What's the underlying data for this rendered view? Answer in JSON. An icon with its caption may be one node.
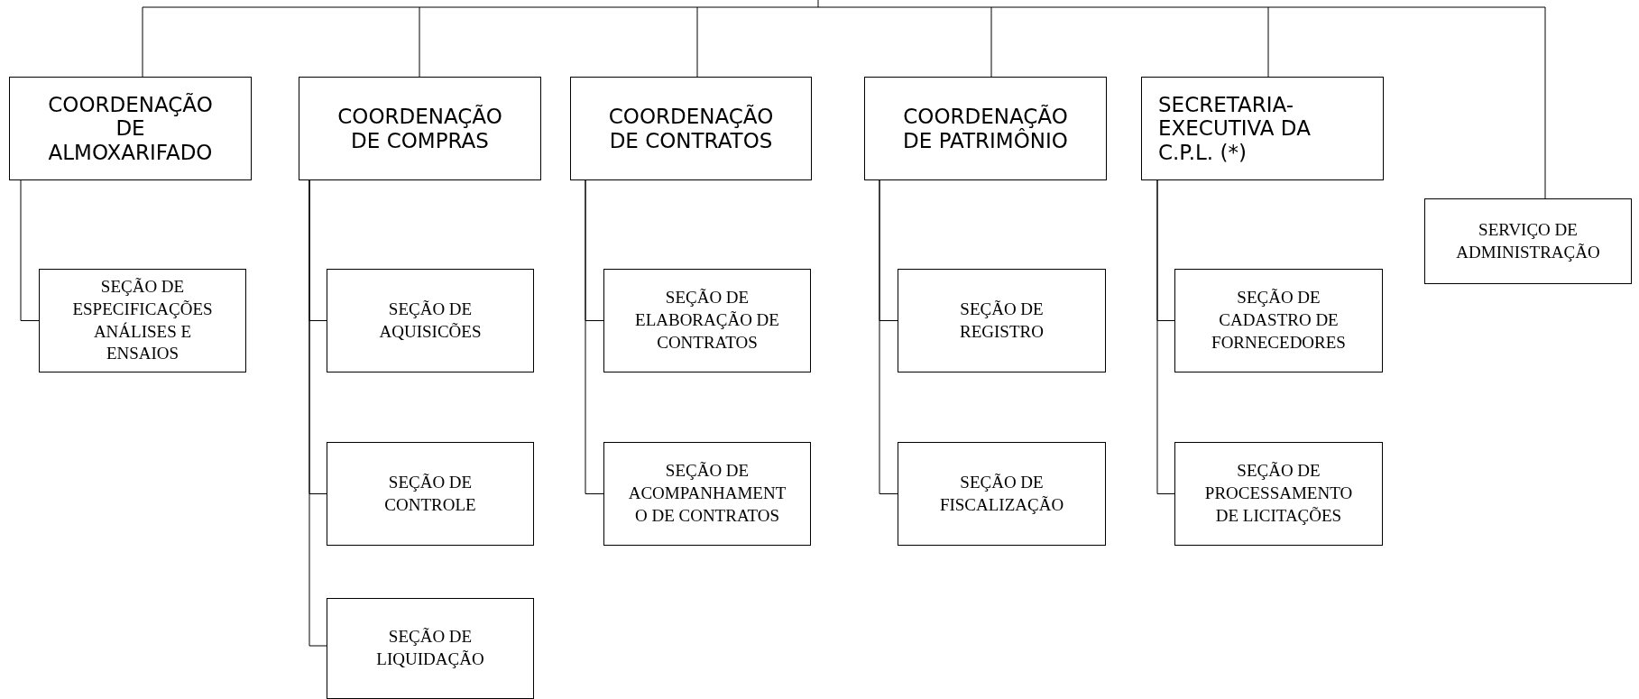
{
  "diagram": {
    "nodes": [
      {
        "text": [
          "COORDENAÇÃO DE ALMOXARIFADO"
        ]
      },
      {
        "text": [
          "COORDENAÇÃO DE COMPRAS"
        ]
      },
      {
        "text": [
          "COORDENAÇÃO DE CONTRATOS"
        ]
      },
      {
        "text": [
          "COORDENAÇÃO DE PATRIMÔNIO"
        ]
      },
      {
        "text": [
          "SECRETARIA-EXECUTIVA DA C.P.L. (*)"
        ]
      },
      {
        "text": [
          "SERVIÇO DE ADMINISTRAÇÃO"
        ]
      },
      {
        "text": [
          "SEÇÃO DE ESPECIFICAÇÕES ANÁLISES E ENSAIOS"
        ]
      },
      {
        "text": [
          "SEÇÃO DE AQUISICÕES"
        ]
      },
      {
        "text": [
          "SEÇÃO DE CONTROLE"
        ]
      },
      {
        "text": [
          "SEÇÃO DE LIQUIDAÇÃO"
        ]
      },
      {
        "text": [
          "SEÇÃO DE ELABORAÇÃO DE CONTRATOS"
        ]
      },
      {
        "text": [
          "SEÇÃO DE ACOMPANHAMENTO DE CONTRATOS"
        ]
      },
      {
        "text": [
          "SEÇÃO DE REGISTRO"
        ]
      },
      {
        "text": [
          "SEÇÃO DE FISCALIZAÇÃO"
        ]
      },
      {
        "text": [
          "SEÇÃO DE CADASTRO DE FORNECEDORES"
        ]
      },
      {
        "text": [
          "SEÇÃO DE PROCESSAMENTO DE LICITAÇÕES"
        ]
      }
    ],
    "edges": [
      {
        "from": null,
        "to": 0,
        "arrow": "none"
      },
      {
        "from": null,
        "to": 1,
        "arrow": "none"
      },
      {
        "from": null,
        "to": 2,
        "arrow": "none"
      },
      {
        "from": null,
        "to": 3,
        "arrow": "none"
      },
      {
        "from": null,
        "to": 4,
        "arrow": "none"
      },
      {
        "from": null,
        "to": 5,
        "arrow": "none"
      },
      {
        "from": 0,
        "to": 6,
        "arrow": "none"
      },
      {
        "from": 1,
        "to": 7,
        "arrow": "none"
      },
      {
        "from": 1,
        "to": 8,
        "arrow": "none"
      },
      {
        "from": 1,
        "to": 9,
        "arrow": "none"
      },
      {
        "from": 2,
        "to": 10,
        "arrow": "none"
      },
      {
        "from": 2,
        "to": 11,
        "arrow": "none"
      },
      {
        "from": 3,
        "to": 12,
        "arrow": "none"
      },
      {
        "from": 3,
        "to": 13,
        "arrow": "none"
      },
      {
        "from": 4,
        "to": 14,
        "arrow": "none"
      },
      {
        "from": 4,
        "to": 15,
        "arrow": "none"
      }
    ]
  }
}
